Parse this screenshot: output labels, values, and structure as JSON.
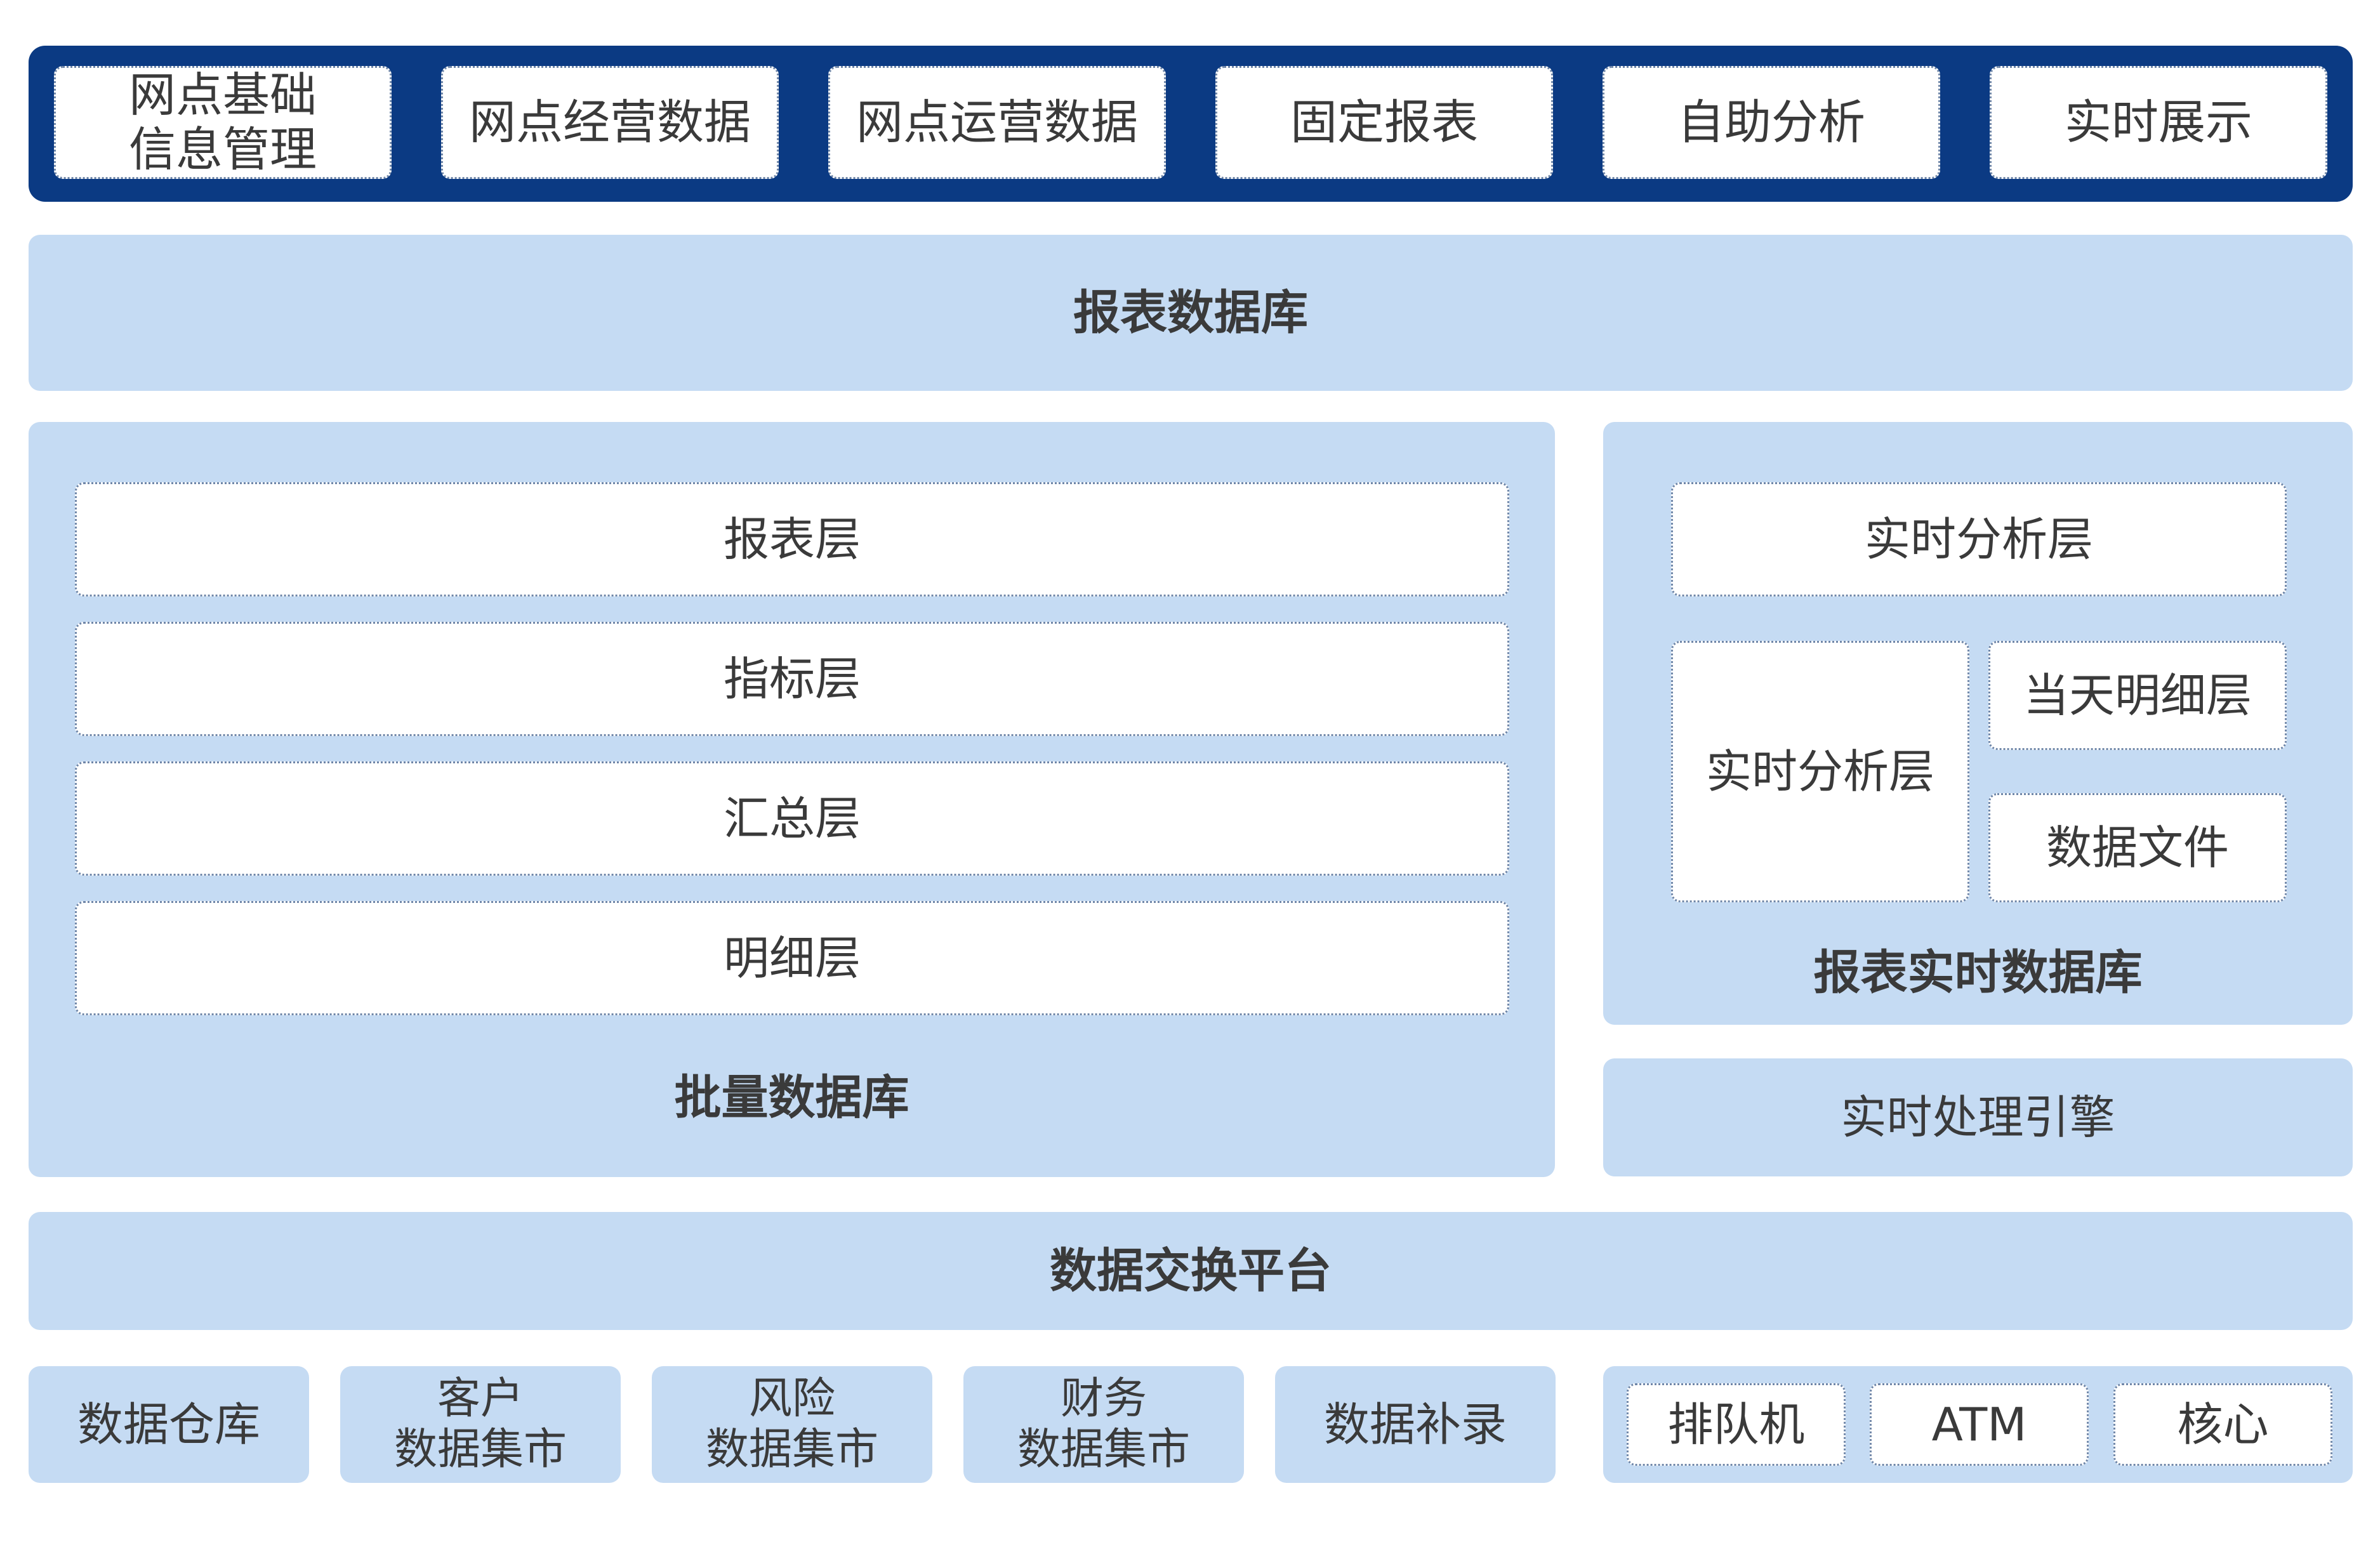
{
  "top_nav": [
    {
      "lines": [
        "网点基础",
        "信息管理"
      ]
    },
    {
      "lines": [
        "网点经营数据"
      ]
    },
    {
      "lines": [
        "网点运营数据"
      ]
    },
    {
      "lines": [
        "固定报表"
      ]
    },
    {
      "lines": [
        "自助分析"
      ]
    },
    {
      "lines": [
        "实时展示"
      ]
    }
  ],
  "report_db": "报表数据库",
  "batch_db": {
    "layers": [
      "报表层",
      "指标层",
      "汇总层",
      "明细层"
    ],
    "title": "批量数据库"
  },
  "realtime_db": {
    "top_layer": "实时分析层",
    "left_layer": "实时分析层",
    "right_top": "当天明细层",
    "right_bottom": "数据文件",
    "title": "报表实时数据库"
  },
  "realtime_engine": "实时处理引擎",
  "exchange_platform": "数据交换平台",
  "sources": [
    {
      "lines": [
        "数据仓库"
      ]
    },
    {
      "lines": [
        "客户",
        "数据集市"
      ]
    },
    {
      "lines": [
        "风险",
        "数据集市"
      ]
    },
    {
      "lines": [
        "财务",
        "数据集市"
      ]
    },
    {
      "lines": [
        "数据补录"
      ]
    }
  ],
  "channels": [
    "排队机",
    "ATM",
    "核心"
  ],
  "colors": {
    "nav_bar": "#0b3a83",
    "panel": "#c5dbf3",
    "box": "#ffffff",
    "text": "#3a3a3a"
  }
}
